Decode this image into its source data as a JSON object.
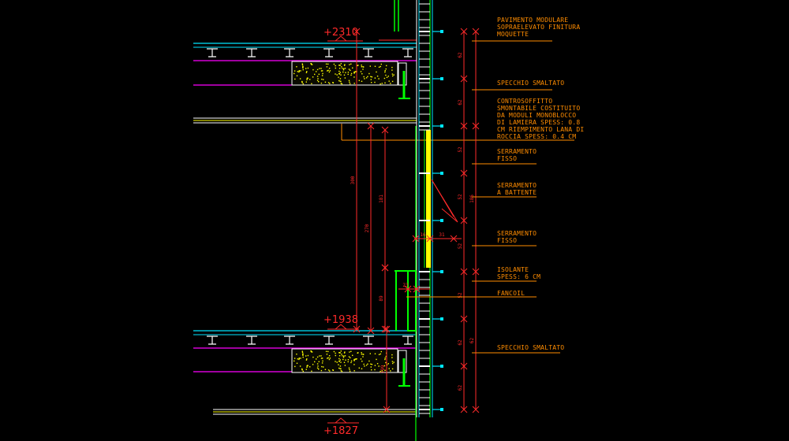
{
  "drawing": {
    "levels": [
      "+2310",
      "+1938",
      "+1827"
    ],
    "labels": [
      "PAVIMENTO MODULARE",
      "SOPRAELEVATO FINITURA",
      "MOQUETTE",
      "SPECCHIO SMALTATO",
      "CONTROSOFFITTO",
      "SMONTABILE COSTITUITO",
      "DA MODULI MONOBLOCCO",
      "DI LAMIERA SPESS: 0.8",
      "CM RIEMPIMENTO LANA DI",
      "ROCCIA SPESS: 0.4 CM",
      "SERRAMENTO",
      "FISSO",
      "SERRAMENTO",
      "A BATTENTE",
      "SERRAMENTO",
      "FISSO",
      "ISOLANTE",
      "SPESS: 6 CM",
      "FANCOIL",
      "SPECCHIO SMALTATO"
    ],
    "dimensions": [
      "62",
      "62",
      "62",
      "52",
      "52",
      "52",
      "52",
      "62",
      "62",
      "62",
      "62",
      "62",
      "62",
      "300",
      "181",
      "270",
      "89",
      "199",
      "16",
      "31",
      "23",
      "31",
      "186"
    ],
    "colors": {
      "background": "#000000",
      "cyan": "#00e5ff",
      "magenta": "#ff00ff",
      "red": "#ff2a2a",
      "green": "#00ff00",
      "yellow": "#ffff00",
      "orange": "#ff8c00",
      "white": "#ffffff"
    }
  }
}
